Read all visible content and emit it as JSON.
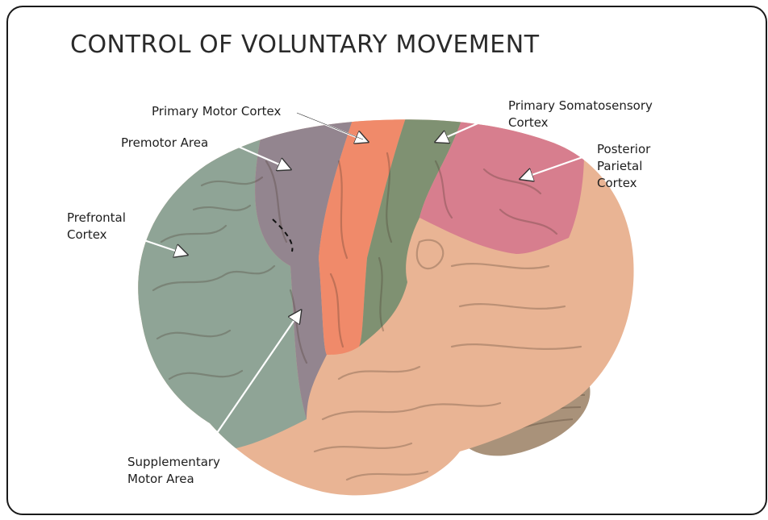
{
  "title": "CONTROL OF VOLUNTARY MOVEMENT",
  "labels": {
    "primary_motor": "Primary Motor Cortex",
    "premotor": "Premotor Area",
    "prefrontal_line1": "Prefrontal",
    "prefrontal_line2": "Cortex",
    "somatosensory_line1": "Primary Somatosensory",
    "somatosensory_line2": "Cortex",
    "posterior_line1": "Posterior",
    "posterior_line2": "Parietal",
    "posterior_line3": "Cortex",
    "supplementary_line1": "Supplementary",
    "supplementary_line2": "Motor Area"
  },
  "colors": {
    "prefrontal": "#8fa496",
    "premotor": "#93858f",
    "primary_motor": "#f08a6a",
    "somatosensory": "#7f9172",
    "posterior_parietal": "#d77e8e",
    "remaining_cortex": "#e9b494",
    "cerebellum": "#a9927a",
    "border": "#1a1a1a"
  }
}
